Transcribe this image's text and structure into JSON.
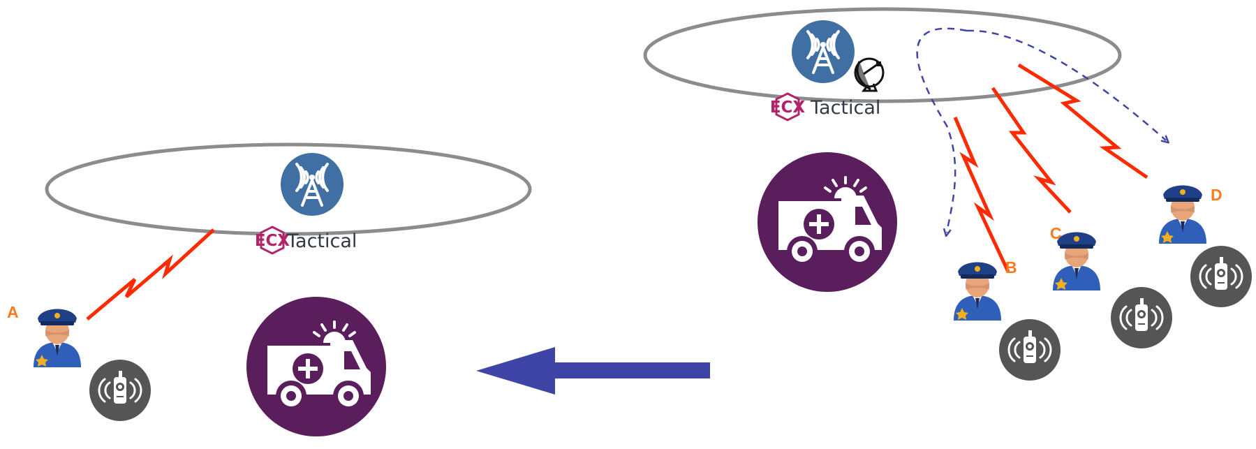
{
  "colors": {
    "ellipse_stroke": "#8c8c8c",
    "tower_badge": "#3f6fa3",
    "vehicle_badge": "#5a1e5c",
    "radio_badge": "#555555",
    "radio_link": "#ff2a00",
    "move_arrow": "#3f45a6",
    "dashed_arrow": "#3f45a6",
    "brand_magenta": "#b2246a",
    "label_orange": "#ff7a1a"
  },
  "icons": {
    "tower": "radio-tower-icon",
    "satellite": "satellite-dish-icon",
    "vehicle": "ambulance-icon",
    "radio": "walkie-talkie-icon",
    "officer": "police-officer-icon"
  },
  "left_scene": {
    "brand": {
      "mark": "ECX",
      "name": "Tactical"
    },
    "officers": [
      {
        "label": "A"
      }
    ]
  },
  "right_scene": {
    "brand": {
      "mark": "ECX",
      "name": "Tactical"
    },
    "officers": [
      {
        "label": "B"
      },
      {
        "label": "C"
      },
      {
        "label": "D"
      }
    ]
  }
}
